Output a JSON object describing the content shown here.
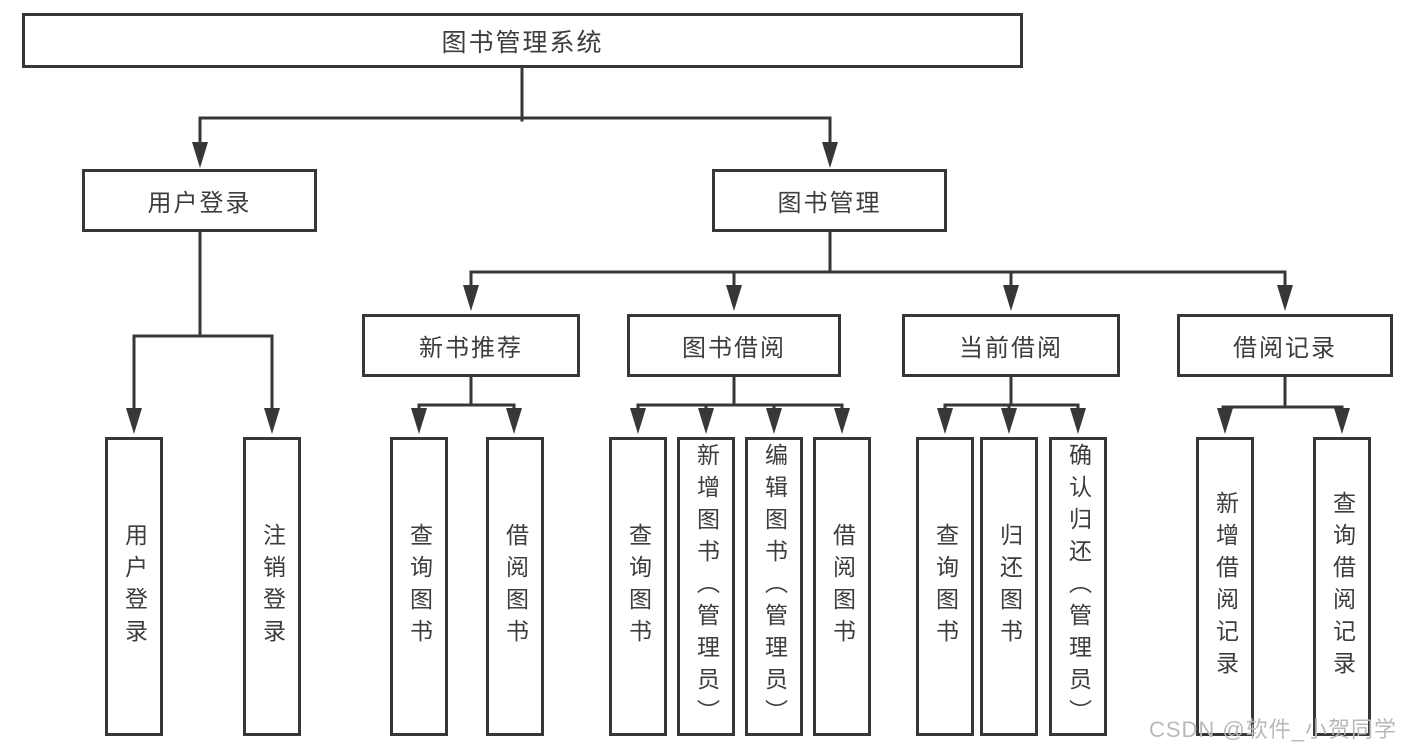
{
  "diagram_title": "图书管理系统",
  "nodes": {
    "root": {
      "label": "图书管理系统"
    },
    "user_login": {
      "label": "用户登录"
    },
    "book_management": {
      "label": "图书管理"
    },
    "new_book_recommend": {
      "label": "新书推荐"
    },
    "book_borrow": {
      "label": "图书借阅"
    },
    "current_borrow": {
      "label": "当前借阅"
    },
    "borrow_record": {
      "label": "借阅记录"
    },
    "leaf_user_login": {
      "label": "用户登录"
    },
    "leaf_logout": {
      "label": "注销登录"
    },
    "leaf_query_book_recommend": {
      "label": "查询图书"
    },
    "leaf_borrow_book_recommend": {
      "label": "借阅图书"
    },
    "leaf_query_book_borrow": {
      "label": "查询图书"
    },
    "leaf_add_book_admin": {
      "label": "新增图书（管理员）"
    },
    "leaf_edit_book_admin": {
      "label": "编辑图书（管理员）"
    },
    "leaf_borrow_book_borrow": {
      "label": "借阅图书"
    },
    "leaf_query_book_current": {
      "label": "查询图书"
    },
    "leaf_return_book": {
      "label": "归还图书"
    },
    "leaf_confirm_return_admin": {
      "label": "确认归还（管理员）"
    },
    "leaf_add_borrow_record": {
      "label": "新增借阅记录"
    },
    "leaf_query_borrow_record": {
      "label": "查询借阅记录"
    }
  },
  "watermark": {
    "text": "CSDN @软件_小贺同学"
  },
  "colors": {
    "line": "#373737",
    "text": "#3d3d3d",
    "background": "#ffffff",
    "watermark": "#b9b9b9"
  }
}
